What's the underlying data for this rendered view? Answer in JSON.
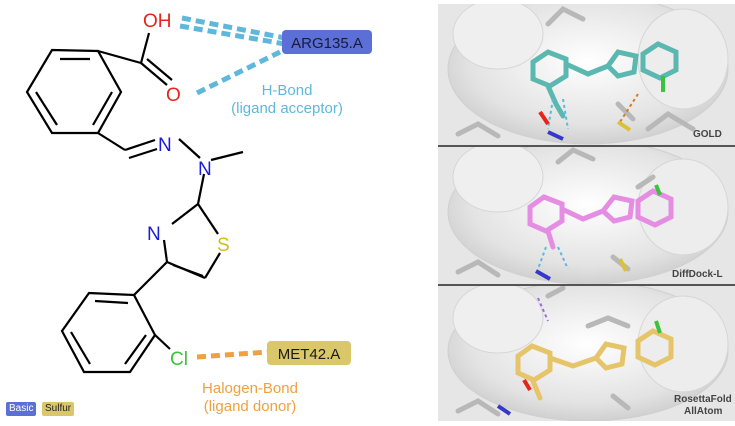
{
  "atoms": {
    "oh": "OH",
    "o": "O",
    "n_imine": "N",
    "n_hydrazine": "N",
    "n_thiazole": "N",
    "s": "S",
    "cl": "Cl"
  },
  "residues": {
    "arg": "ARG135.A",
    "met": "MET42.A"
  },
  "interactions": {
    "hbond_line1": "H-Bond",
    "hbond_line2": "(ligand acceptor)",
    "halogen_line1": "Halogen-Bond",
    "halogen_line2": "(ligand donor)"
  },
  "legend": [
    {
      "label": "Basic",
      "color": "#5b6fd6"
    },
    {
      "label": "Sulfur",
      "color": "#d9c76a"
    }
  ],
  "panels": [
    {
      "label": "GOLD",
      "ligand_color": "#5ab8b0"
    },
    {
      "label": "DiffDock-L",
      "ligand_color": "#e58de3"
    },
    {
      "label_line1": "RosettaFold",
      "label_line2": "AllAtom",
      "ligand_color": "#e6c46a"
    }
  ],
  "colors": {
    "oxygen": "#e8231c",
    "nitrogen": "#1a1adb",
    "sulfur": "#c9c21c",
    "chlorine": "#3cc23c",
    "hbond": "#5fb8dc",
    "halogen": "#f0a040",
    "arg_fill": "#5b6fd6",
    "met_fill": "#d9c76a"
  }
}
